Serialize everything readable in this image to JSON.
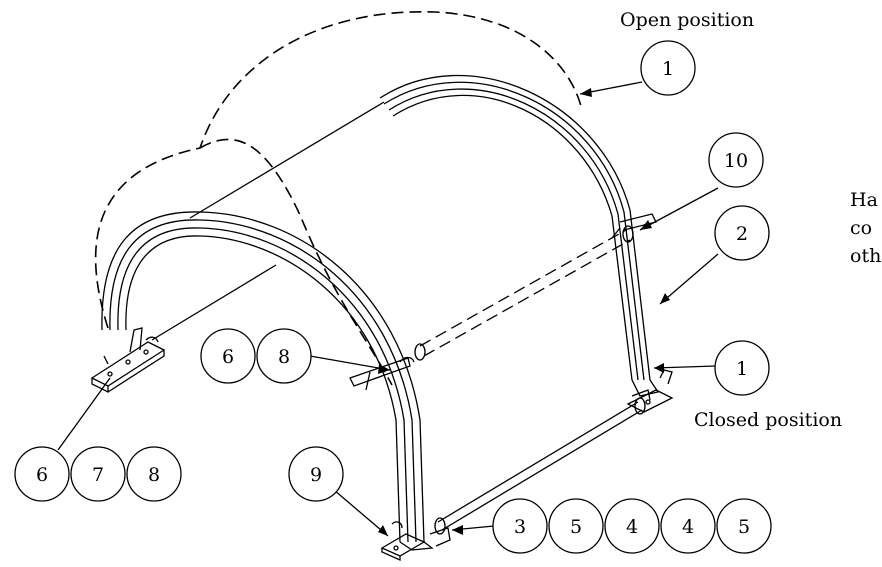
{
  "captions": {
    "open_position": "Open position",
    "closed_position": "Closed position",
    "note_lines": [
      "Ha",
      "co",
      "oth"
    ]
  },
  "callouts": {
    "c_open_1": "1",
    "c_10": "10",
    "c_2": "2",
    "c_closed_1": "1",
    "c_left_6": "6",
    "c_left_8": "8",
    "c_bottom_6": "6",
    "c_bottom_7": "7",
    "c_bottom_8": "8",
    "c_9": "9",
    "c_3": "3",
    "c_5a": "5",
    "c_4a": "4",
    "c_4b": "4",
    "c_5b": "5"
  },
  "colors": {
    "line": "#000000",
    "background": "#ffffff"
  }
}
